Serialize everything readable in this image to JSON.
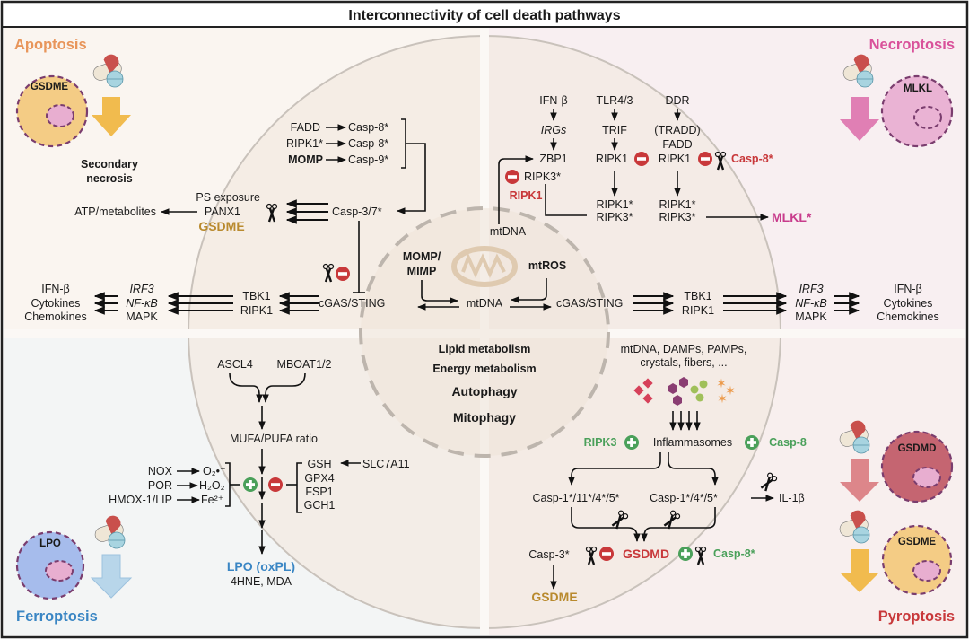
{
  "title": "Interconnectivity of cell death pathways",
  "colors": {
    "apoptosis": "#e8955a",
    "necroptosis": "#d9519a",
    "ferroptosis": "#3a86c4",
    "pyroptosis": "#c8383a",
    "inhibit_red": "#c8383a",
    "promote_green": "#4aa05a",
    "gsdme_gold": "#b98a2e"
  },
  "quadrants": {
    "apoptosis": {
      "label": "Apoptosis",
      "cell_label": "GSDME",
      "outcome": [
        "Secondary",
        "necrosis"
      ]
    },
    "necroptosis": {
      "label": "Necroptosis",
      "cell_label": "MLKL"
    },
    "ferroptosis": {
      "label": "Ferroptosis",
      "cell_label": "LPO"
    },
    "pyroptosis": {
      "label": "Pyroptosis",
      "cell_labels": [
        "GSDMD",
        "GSDME"
      ]
    }
  },
  "apoptosis_pathway": {
    "initiators": [
      {
        "from": "FADD",
        "to": "Casp-8*"
      },
      {
        "from": "RIPK1*",
        "to": "Casp-8*"
      },
      {
        "from": "MOMP",
        "to": "Casp-9*"
      }
    ],
    "executioner": "Casp-3/7*",
    "substrates": [
      "PS exposure",
      "PANX1",
      "GSDME"
    ],
    "release": "ATP/metabolites"
  },
  "necroptosis_pathway": {
    "columns": [
      {
        "steps": [
          "IFN-β",
          "IRGs",
          "ZBP1"
        ]
      },
      {
        "steps": [
          "TLR4/3",
          "TRIF",
          "RIPK1"
        ]
      },
      {
        "steps": [
          "DDR",
          "(TRADD)",
          "FADD",
          "RIPK1"
        ]
      }
    ],
    "zbp1_partner": "RIPK3*",
    "inhibitor": "RIPK1",
    "mtdna": "mtDNA",
    "complex": [
      "RIPK1*",
      "RIPK3*"
    ],
    "complex2": [
      "RIPK1*",
      "RIPK3*"
    ],
    "casp8": "Casp-8*",
    "effector": "MLKL*"
  },
  "sting_left": {
    "sensor": "cGAS/STING",
    "kinases": [
      "TBK1",
      "RIPK1"
    ],
    "tfs": [
      "IRF3",
      "NF-κB",
      "MAPK"
    ],
    "outputs": [
      "IFN-β",
      "Cytokines",
      "Chemokines"
    ]
  },
  "sting_right": {
    "sensor": "cGAS/STING",
    "kinases": [
      "TBK1",
      "RIPK1"
    ],
    "tfs": [
      "IRF3",
      "NF-κB",
      "MAPK"
    ],
    "outputs": [
      "IFN-β",
      "Cytokines",
      "Chemokines"
    ]
  },
  "mito": {
    "momp": [
      "MOMP/",
      "MIMP"
    ],
    "mtros": "mtROS",
    "mtdna": "mtDNA"
  },
  "center": {
    "items": [
      "Lipid metabolism",
      "Energy metabolism",
      "Autophagy",
      "Mitophagy"
    ]
  },
  "ferroptosis_pathway": {
    "enzymes": [
      "ASCL4",
      "MBOAT1/2"
    ],
    "ratio": "MUFA/PUFA ratio",
    "ros_sources": [
      {
        "from": "NOX",
        "to": "O₂•⁻"
      },
      {
        "from": "POR",
        "to": "H₂O₂"
      },
      {
        "from": "HMOX-1/LIP",
        "to": "Fe²⁺"
      }
    ],
    "defenses": [
      "GSH",
      "GPX4",
      "FSP1",
      "GCH1"
    ],
    "slc": "SLC7A11",
    "product": "LPO (oxPL)",
    "byproducts": "4HNE, MDA"
  },
  "pyroptosis_pathway": {
    "triggers": [
      "mtDNA, DAMPs, PAMPs,",
      "crystals, fibers, ..."
    ],
    "hub": "Inflammasomes",
    "promoters": [
      "RIPK3",
      "Casp-8"
    ],
    "caspases": [
      "Casp-1*/11*/4*/5*",
      "Casp-1*/4*/5*"
    ],
    "il": "IL-1β",
    "gsdmd": "GSDMD",
    "casp3": "Casp-3*",
    "casp8": "Casp-8*",
    "gsdme": "GSDME"
  }
}
